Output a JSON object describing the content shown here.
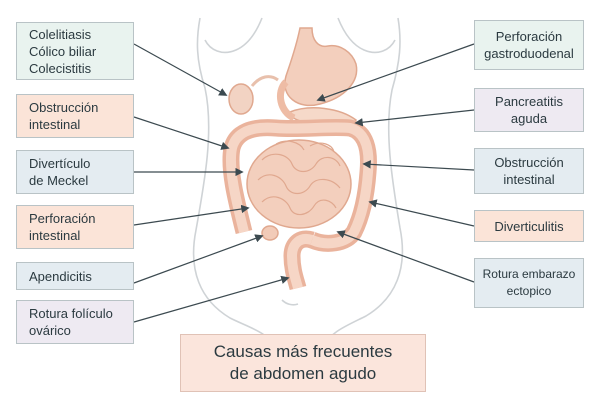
{
  "title": {
    "line1": "Causas más frecuentes",
    "line2": "de abdomen agudo",
    "bg": "#fbe5dc"
  },
  "colors": {
    "mint": "#e9f3ef",
    "peach": "#fbe4d8",
    "blue": "#e4ecf1",
    "lavender": "#eeeaf2",
    "organ": "#f3cfbd",
    "organ_stroke": "#e0a88f",
    "outline": "#cfd3d6",
    "arrow": "#3c4a50"
  },
  "left_labels": [
    {
      "lines": [
        "Colelitiasis",
        "Cólico biliar",
        "Colecistitis"
      ],
      "color": "mint"
    },
    {
      "lines": [
        "Obstrucción",
        "intestinal"
      ],
      "color": "peach"
    },
    {
      "lines": [
        "Divertículo",
        "de Meckel"
      ],
      "color": "blue"
    },
    {
      "lines": [
        "Perforación",
        "intestinal"
      ],
      "color": "peach"
    },
    {
      "lines": [
        "Apendicitis"
      ],
      "color": "blue"
    },
    {
      "lines": [
        "Rotura folículo",
        "ovárico"
      ],
      "color": "lavender"
    }
  ],
  "right_labels": [
    {
      "lines": [
        "Perforación",
        "gastroduodenal"
      ],
      "color": "mint"
    },
    {
      "lines": [
        "Pancreatitis",
        "aguda"
      ],
      "color": "lavender"
    },
    {
      "lines": [
        "Obstrucción",
        "intestinal"
      ],
      "color": "blue"
    },
    {
      "lines": [
        "Diverticulitis"
      ],
      "color": "peach"
    },
    {
      "lines": [
        "Rotura embarazo",
        "ectopico"
      ],
      "color": "blue"
    }
  ]
}
